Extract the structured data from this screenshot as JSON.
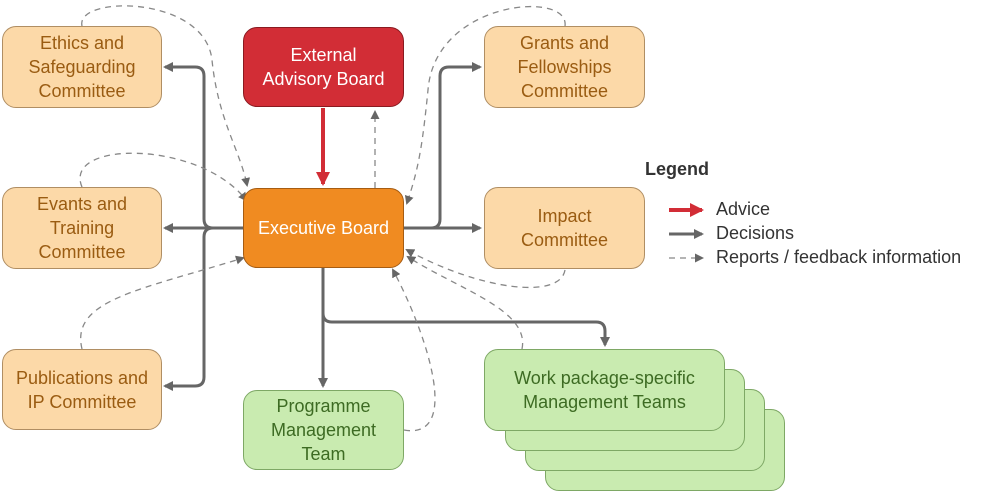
{
  "nodes": {
    "ethics": "Ethics and\nSafeguarding\nCommittee",
    "events": "Evants and\nTraining\nCommittee",
    "publications": "Publications and\nIP Committee",
    "advisory": "External\nAdvisory Board",
    "executive": "Executive Board",
    "programme": "Programme\nManagement\nTeam",
    "grants": "Grants and\nFellowships\nCommittee",
    "impact": "Impact\nCommittee",
    "workpackage": "Work package-specific\nManagement Teams"
  },
  "legend": {
    "title": "Legend",
    "advice": "Advice",
    "decisions": "Decisions",
    "reports": "Reports / feedback information"
  },
  "colors": {
    "advice": "#d22d36",
    "decisions": "#666666",
    "reports": "#888888"
  }
}
